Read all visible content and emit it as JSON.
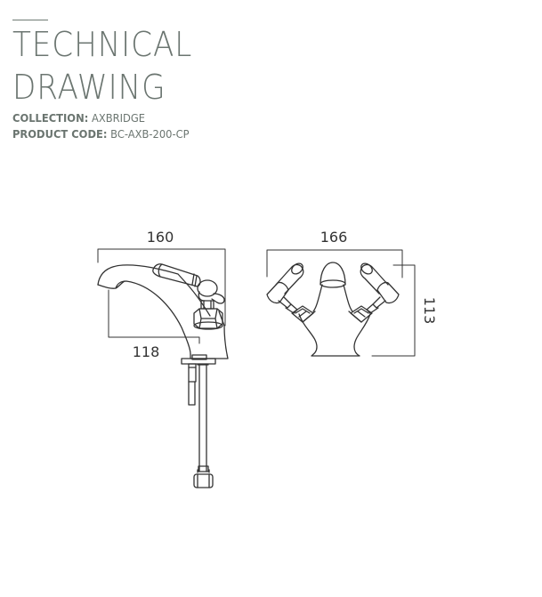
{
  "header": {
    "title_line1": "TECHNICAL",
    "title_line2": "DRAWING",
    "collection_label": "COLLECTION:",
    "collection_value": "AXBRIDGE",
    "product_code_label": "PRODUCT CODE:",
    "product_code_value": "BC-AXB-200-CP"
  },
  "side_view": {
    "width_dim": "160",
    "reach_dim": "118"
  },
  "front_view": {
    "width_dim": "166",
    "height_dim": "113"
  },
  "colors": {
    "heading": "#6b7570",
    "line": "#333333"
  }
}
